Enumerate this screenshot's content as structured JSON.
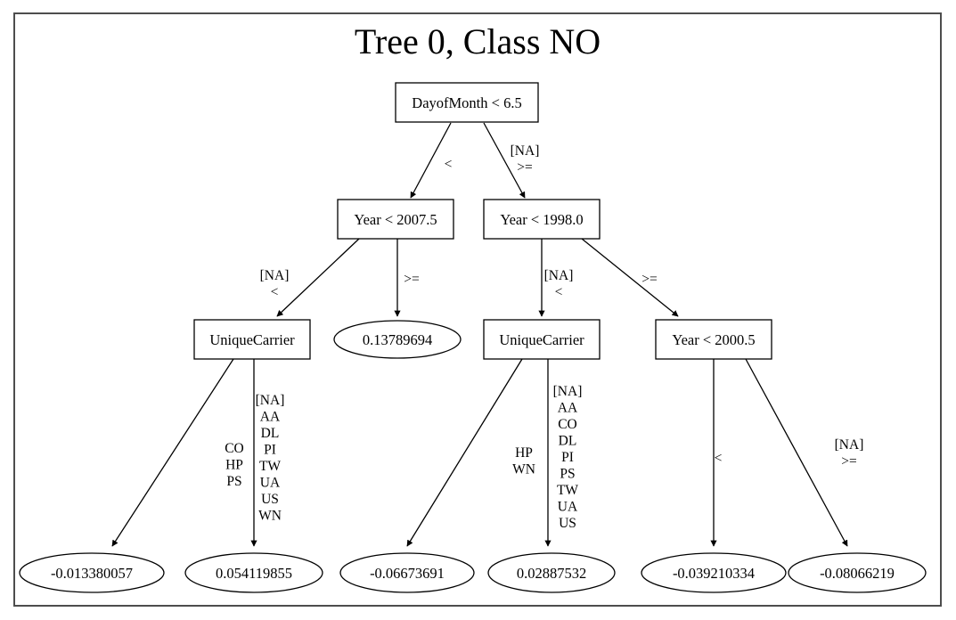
{
  "title": "Tree 0, Class NO",
  "graph": {
    "border_color": "#4d4d4d",
    "node_stroke": "#000000",
    "background": "#ffffff"
  },
  "nodes": {
    "root": "DayofMonth < 6.5",
    "n_l": "Year < 2007.5",
    "n_r": "Year < 1998.0",
    "n_ll": "UniqueCarrier",
    "n_rl": "UniqueCarrier",
    "n_rr": "Year < 2000.5"
  },
  "leaves": {
    "leaf_lr": "0.13789694",
    "leaf_1": "-0.013380057",
    "leaf_2": "0.054119855",
    "leaf_3": "-0.06673691",
    "leaf_4": "0.02887532",
    "leaf_5": "-0.039210334",
    "leaf_6": "-0.08066219"
  },
  "edges": {
    "root_left": [
      "<"
    ],
    "root_right": [
      "[NA]",
      ">="
    ],
    "nl_left": [
      "[NA]",
      "<"
    ],
    "nl_right": [
      ">="
    ],
    "nr_left": [
      "[NA]",
      "<"
    ],
    "nr_right": [
      ">="
    ],
    "nll_left": [
      "CO",
      "HP",
      "PS"
    ],
    "nll_right": [
      "[NA]",
      "AA",
      "DL",
      "PI",
      "TW",
      "UA",
      "US",
      "WN"
    ],
    "nrl_left": [
      "HP",
      "WN"
    ],
    "nrl_right": [
      "[NA]",
      "AA",
      "CO",
      "DL",
      "PI",
      "PS",
      "TW",
      "UA",
      "US"
    ],
    "nrr_left": [
      "<"
    ],
    "nrr_right": [
      "[NA]",
      ">="
    ]
  },
  "chart_data": {
    "type": "tree-diagram",
    "title": "Tree 0, Class NO",
    "description": "Gradient boosted decision tree for class NO, tree index 0",
    "split_nodes": [
      {
        "id": "root",
        "label": "DayofMonth < 6.5",
        "feature": "DayofMonth",
        "threshold": 6.5,
        "children": [
          "n_l",
          "n_r"
        ]
      },
      {
        "id": "n_l",
        "label": "Year < 2007.5",
        "feature": "Year",
        "threshold": 2007.5,
        "children": [
          "n_ll",
          "leaf_lr"
        ]
      },
      {
        "id": "n_r",
        "label": "Year < 1998.0",
        "feature": "Year",
        "threshold": 1998.0,
        "children": [
          "n_rl",
          "n_rr"
        ]
      },
      {
        "id": "n_ll",
        "label": "UniqueCarrier",
        "feature": "UniqueCarrier",
        "children": [
          "leaf_1",
          "leaf_2"
        ]
      },
      {
        "id": "n_rl",
        "label": "UniqueCarrier",
        "feature": "UniqueCarrier",
        "children": [
          "leaf_3",
          "leaf_4"
        ]
      },
      {
        "id": "n_rr",
        "label": "Year < 2000.5",
        "feature": "Year",
        "threshold": 2000.5,
        "children": [
          "leaf_5",
          "leaf_6"
        ]
      }
    ],
    "leaf_nodes": [
      {
        "id": "leaf_lr",
        "value": 0.13789694
      },
      {
        "id": "leaf_1",
        "value": -0.013380057
      },
      {
        "id": "leaf_2",
        "value": 0.054119855
      },
      {
        "id": "leaf_3",
        "value": -0.06673691
      },
      {
        "id": "leaf_4",
        "value": 0.02887532
      },
      {
        "id": "leaf_5",
        "value": -0.039210334
      },
      {
        "id": "leaf_6",
        "value": -0.08066219
      }
    ],
    "edge_conditions": [
      {
        "from": "root",
        "to": "n_l",
        "conditions": [
          "<"
        ]
      },
      {
        "from": "root",
        "to": "n_r",
        "conditions": [
          "[NA]",
          ">="
        ]
      },
      {
        "from": "n_l",
        "to": "n_ll",
        "conditions": [
          "[NA]",
          "<"
        ]
      },
      {
        "from": "n_l",
        "to": "leaf_lr",
        "conditions": [
          ">="
        ]
      },
      {
        "from": "n_r",
        "to": "n_rl",
        "conditions": [
          "[NA]",
          "<"
        ]
      },
      {
        "from": "n_r",
        "to": "n_rr",
        "conditions": [
          ">="
        ]
      },
      {
        "from": "n_ll",
        "to": "leaf_1",
        "conditions": [
          "CO",
          "HP",
          "PS"
        ]
      },
      {
        "from": "n_ll",
        "to": "leaf_2",
        "conditions": [
          "[NA]",
          "AA",
          "DL",
          "PI",
          "TW",
          "UA",
          "US",
          "WN"
        ]
      },
      {
        "from": "n_rl",
        "to": "leaf_3",
        "conditions": [
          "HP",
          "WN"
        ]
      },
      {
        "from": "n_rl",
        "to": "leaf_4",
        "conditions": [
          "[NA]",
          "AA",
          "CO",
          "DL",
          "PI",
          "PS",
          "TW",
          "UA",
          "US"
        ]
      },
      {
        "from": "n_rr",
        "to": "leaf_5",
        "conditions": [
          "<"
        ]
      },
      {
        "from": "n_rr",
        "to": "leaf_6",
        "conditions": [
          "[NA]",
          ">="
        ]
      }
    ]
  }
}
